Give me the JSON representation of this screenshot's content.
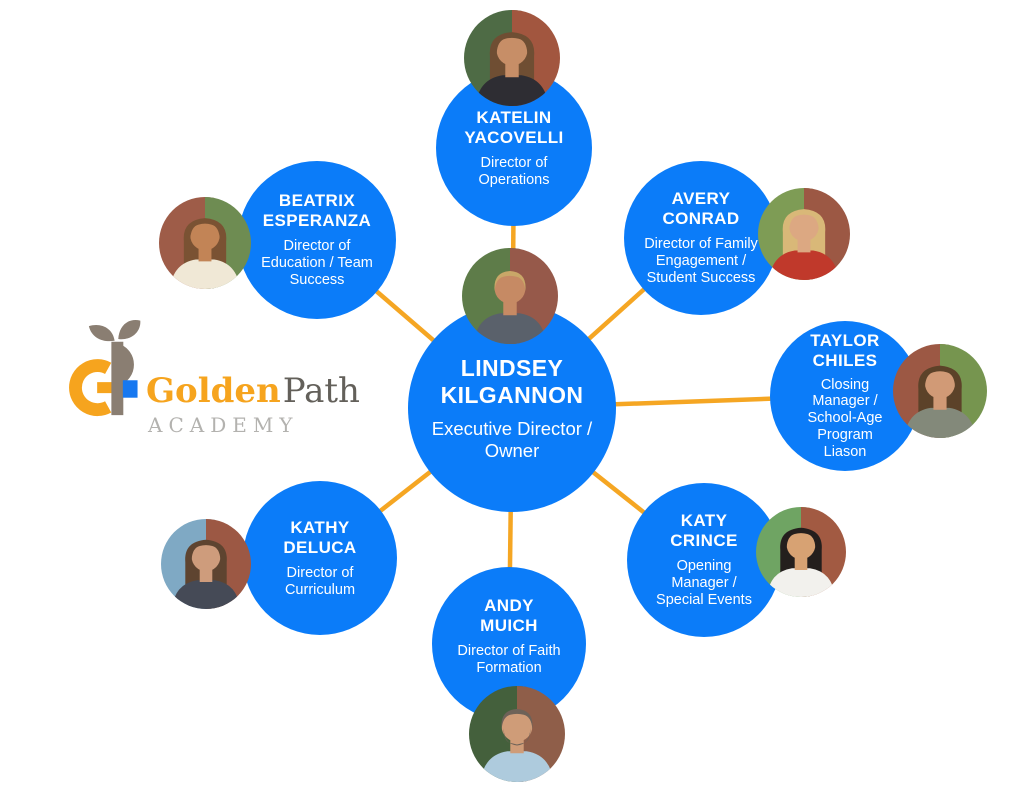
{
  "brand": {
    "logo_text_primary": "Golden",
    "logo_text_secondary": "Path",
    "logo_text_sub": "ACADEMY",
    "colors": {
      "gold": "#F6A41E",
      "taupe": "#8A7E72",
      "path_gray": "#63605A",
      "academy_gray": "#B3B2AF",
      "blue": "#1778F0"
    }
  },
  "theme": {
    "bubble_blue": "#0B7CF9",
    "connector_gold": "#F5A623",
    "bubble_text": "#FFFFFF",
    "background": "#FFFFFF"
  },
  "org": {
    "center": {
      "name": "LINDSEY KILGANNON",
      "title": "Executive Director / Owner",
      "photo": {
        "bgL": "#5E7C49",
        "bgR": "#96594A",
        "hair": "#C9A768",
        "skin": "#C68A64",
        "shirt": "#5A616B"
      }
    },
    "members": [
      {
        "name": "KATELIN YACOVELLI",
        "title": "Director of Operations",
        "photo": {
          "bgL": "#4E6B45",
          "bgR": "#A2563F",
          "hair": "#6F4E33",
          "skin": "#C78E67",
          "shirt": "#2E2D33"
        }
      },
      {
        "name": "BEATRIX ESPERANZA",
        "title": "Director of Education / Team Success",
        "photo": {
          "bgL": "#9E5C48",
          "bgR": "#6E8C52",
          "hair": "#7A5233",
          "skin": "#C28456",
          "shirt": "#F0E8D6"
        }
      },
      {
        "name": "AVERY CONRAD",
        "title": "Director of Family Engagement / Student Success",
        "photo": {
          "bgL": "#7E9C55",
          "bgR": "#9C5844",
          "hair": "#D9B878",
          "skin": "#DCA882",
          "shirt": "#C0392B"
        }
      },
      {
        "name": "TAYLOR CHILES",
        "title": "Closing Manager / School-Age Program Liason",
        "photo": {
          "bgL": "#9C5844",
          "bgR": "#76954F",
          "hair": "#5C4229",
          "skin": "#D19A76",
          "shirt": "#83897A"
        }
      },
      {
        "name": "KATY CRINCE",
        "title": "Opening Manager / Special Events",
        "photo": {
          "bgL": "#6FA463",
          "bgR": "#A25A42",
          "hair": "#241F1D",
          "skin": "#D7A273",
          "shirt": "#F2F1ED"
        }
      },
      {
        "name": "ANDY MUICH",
        "title": "Director of Faith Formation",
        "photo": {
          "bgL": "#44603C",
          "bgR": "#8F5E49",
          "hair": "#6E6258",
          "skin": "#CF9C78",
          "shirt": "#AECBDD"
        }
      },
      {
        "name": "KATHY DELUCA",
        "title": "Director of Curriculum",
        "photo": {
          "bgL": "#7FA9C4",
          "bgR": "#9C5844",
          "hair": "#5E4430",
          "skin": "#CE9C7C",
          "shirt": "#454A56"
        }
      }
    ]
  }
}
